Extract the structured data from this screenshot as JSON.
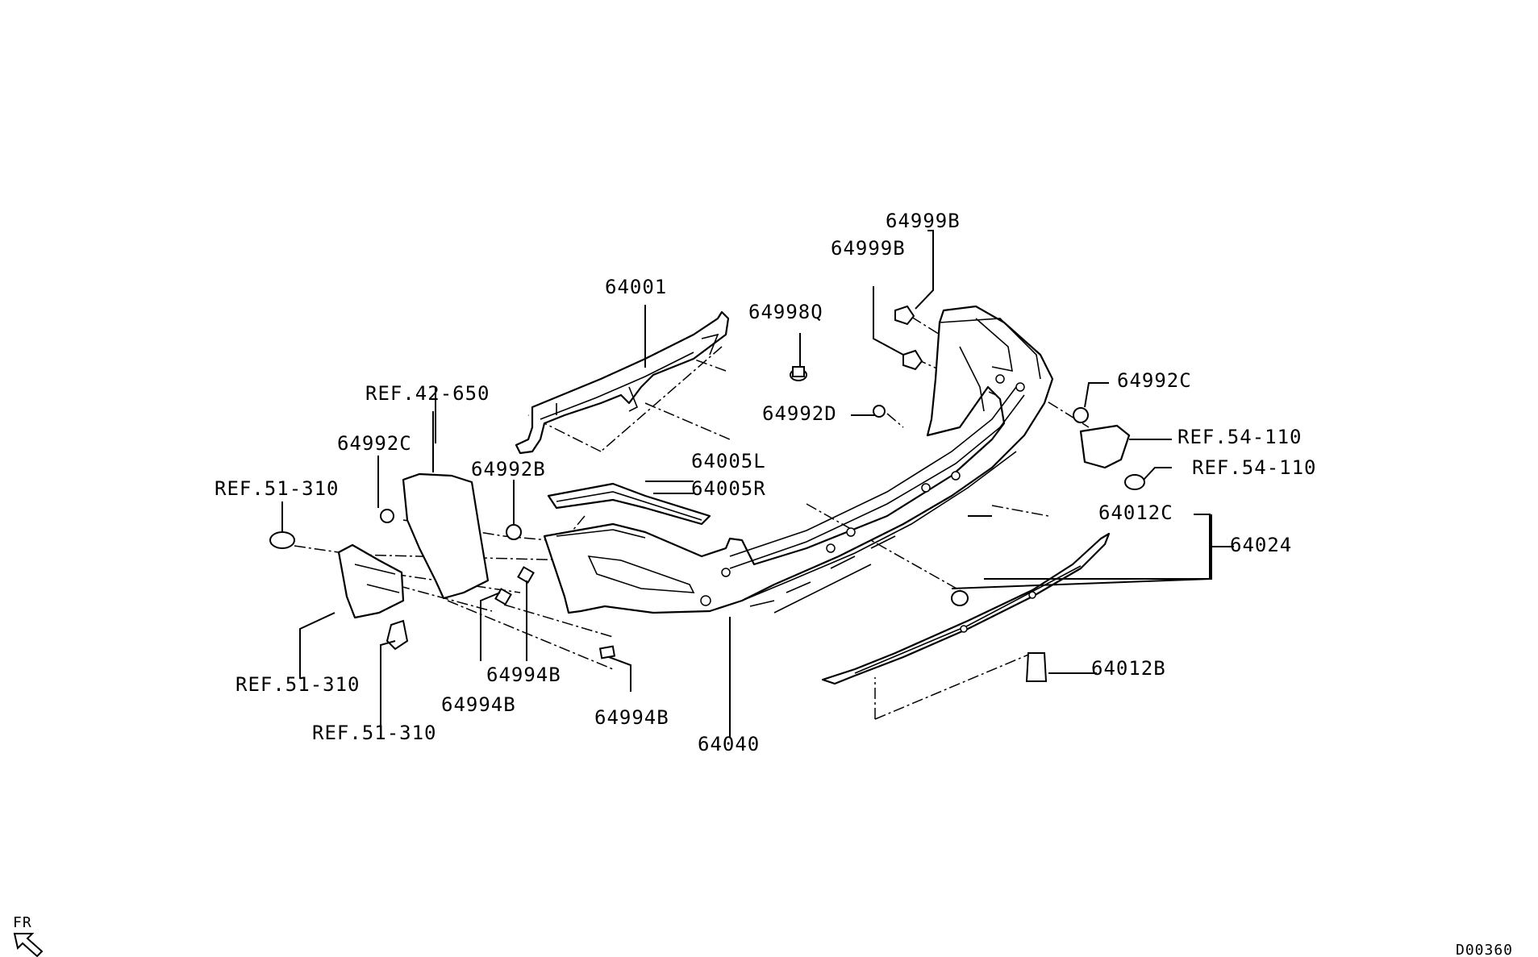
{
  "labels": {
    "p64999B_top": "64999B",
    "p64999B_mid": "64999B",
    "p64001": "64001",
    "p64998Q": "64998Q",
    "ref42_650": "REF.42-650",
    "p64992C_right": "64992C",
    "ref54_110_a": "REF.54-110",
    "p64992D": "64992D",
    "ref54_110_b": "REF.54-110",
    "p64992C_left": "64992C",
    "p64992B": "64992B",
    "p64005L": "64005L",
    "ref51_310_top": "REF.51-310",
    "p64005R": "64005R",
    "p64012C": "64012C",
    "p64024": "64024",
    "p64012B": "64012B",
    "ref51_310_mid": "REF.51-310",
    "p64994B_a": "64994B",
    "p64994B_b": "64994B",
    "p64994B_c": "64994B",
    "ref51_310_bot": "REF.51-310",
    "p64040": "64040",
    "fr_marker": "FR",
    "diagram_id": "D00360"
  }
}
